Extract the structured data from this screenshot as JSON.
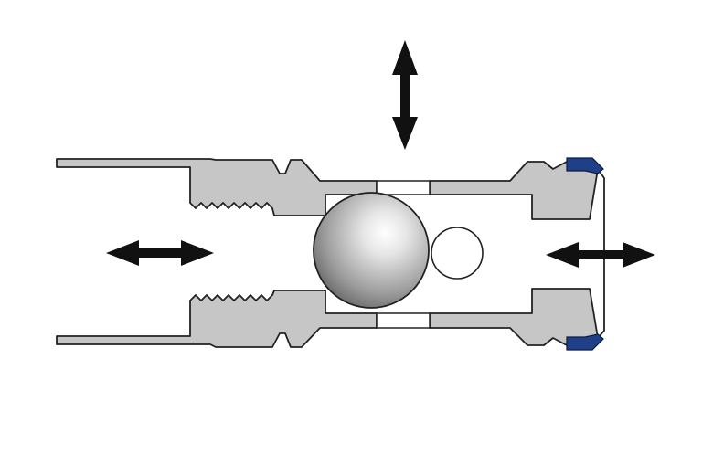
{
  "diagram": {
    "subject": "ball-valve-cross-section",
    "colors": {
      "body": "#c6c6c6",
      "outline": "#222222",
      "background": "#ffffff",
      "seal": "#1f3f88",
      "arrow": "#111111"
    },
    "parts": [
      {
        "id": "threaded-inlet-body",
        "icon": "threaded-pipe"
      },
      {
        "id": "valve-ball",
        "icon": "sphere"
      },
      {
        "id": "port-opening",
        "icon": "circle"
      },
      {
        "id": "end-seal-ring",
        "icon": "seal"
      }
    ],
    "arrows": [
      {
        "id": "vertical-arrow",
        "direction": "up-down"
      },
      {
        "id": "left-horizontal-arrow",
        "direction": "left-right"
      },
      {
        "id": "right-horizontal-arrow",
        "direction": "left-right"
      }
    ]
  }
}
